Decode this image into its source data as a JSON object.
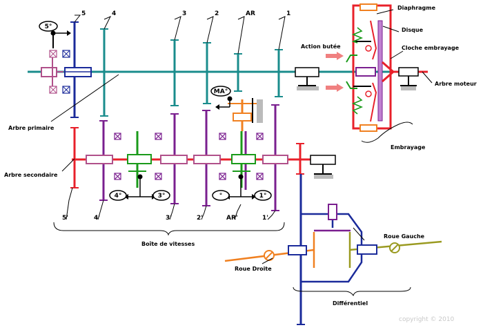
{
  "labels": {
    "arbre_primaire": "Arbre primaire",
    "arbre_secondaire": "Arbre secondaire",
    "arbre_moteur": "Arbre moteur",
    "boite_de_vitesses": "Boîte de vitesses",
    "embrayage": "Embrayage",
    "diaphragme": "Diaphragme",
    "disque": "Disque",
    "cloche_embrayage": "Cloche embrayage",
    "action_butee": "Action butée",
    "roue_droite": "Roue Droite",
    "roue_gauche": "Roue Gauche",
    "differentiel": "Différentiel",
    "copyright": "copyright © 2010"
  },
  "selectors": {
    "fifth": "5°",
    "reverse": "MA°",
    "fourth": "4°",
    "third": "3°",
    "neutral": "°",
    "first": "1°"
  },
  "gear_numbers_top": [
    "5",
    "4",
    "3",
    "2",
    "AR",
    "1"
  ],
  "gear_numbers_bottom": [
    "5'",
    "4'",
    "3'",
    "2'",
    "AR'",
    "1'"
  ],
  "colors": {
    "primary_shaft": "#1a8c8c",
    "secondary_shaft": "#e8202a",
    "fifth_gear": "#1a2a9a",
    "gear_pair": "#7a1f8f",
    "synchro": "#1a9a1a",
    "reverse": "#f08020",
    "differential": "#1a2a9a",
    "right_wheel": "#f08020",
    "left_wheel": "#9a9a20"
  }
}
